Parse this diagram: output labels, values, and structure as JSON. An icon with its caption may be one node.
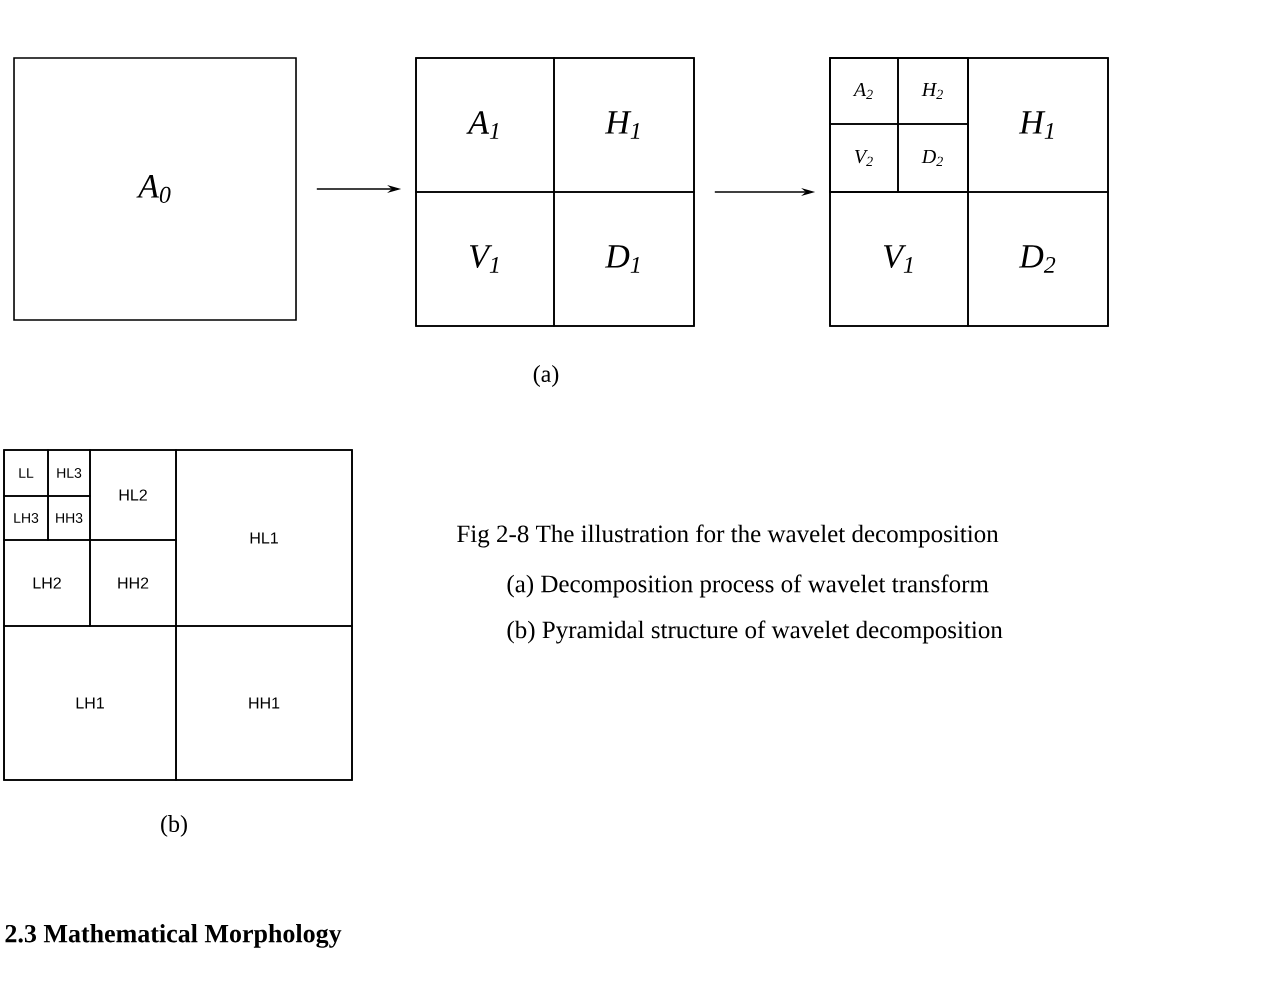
{
  "diagram": {
    "caption": "Fig 2-8 The illustration for the wavelet decomposition",
    "nodes": [
      {
        "text": [
          "A$_{0}$"
        ]
      },
      {
        "text": [],
        "shape": "box"
      },
      {
        "text": [
          "A$_{1}$"
        ],
        "in": 1
      },
      {
        "text": [
          "H$_{1}$"
        ],
        "in": 1
      },
      {
        "text": [
          "V$_{1}$"
        ],
        "in": 1
      },
      {
        "text": [
          "D$_{1}$"
        ],
        "in": 1
      },
      {
        "text": [],
        "shape": "box"
      },
      {
        "text": [],
        "shape": "box",
        "in": 6
      },
      {
        "text": [
          "A$_{2}$"
        ],
        "in": 7
      },
      {
        "text": [
          "H$_{2}$"
        ],
        "in": 7
      },
      {
        "text": [
          "V$_{2}$"
        ],
        "in": 7
      },
      {
        "text": [
          "D$_{2}$"
        ],
        "in": 7
      },
      {
        "text": [
          "H$_{1}$"
        ],
        "in": 6
      },
      {
        "text": [
          "V$_{1}$"
        ],
        "in": 6
      },
      {
        "text": [
          "D$_{2}$"
        ],
        "in": 6
      },
      {
        "text": [],
        "shape": "box"
      },
      {
        "text": [
          "LL"
        ],
        "in": 15
      },
      {
        "text": [
          "HL3"
        ],
        "in": 15
      },
      {
        "text": [
          "LH3"
        ],
        "in": 15
      },
      {
        "text": [
          "HH3"
        ],
        "in": 15
      },
      {
        "text": [
          "HL2"
        ],
        "in": 15
      },
      {
        "text": [
          "LH2"
        ],
        "in": 15
      },
      {
        "text": [
          "HH2"
        ],
        "in": 15
      },
      {
        "text": [
          "HL1"
        ],
        "in": 15
      },
      {
        "text": [
          "LH1"
        ],
        "in": 15
      },
      {
        "text": [
          "HH1"
        ],
        "in": 15
      }
    ],
    "edges": [
      {
        "from": 0,
        "to": 1,
        "arrow": "to"
      },
      {
        "from": 1,
        "to": 6,
        "arrow": "to"
      }
    ],
    "labels": [
      "(a)",
      "(a) Decomposition process of wavelet transform",
      "(b) Pyramidal structure of wavelet decomposition",
      "(b)",
      "2.3 Mathematical Morphology"
    ]
  }
}
